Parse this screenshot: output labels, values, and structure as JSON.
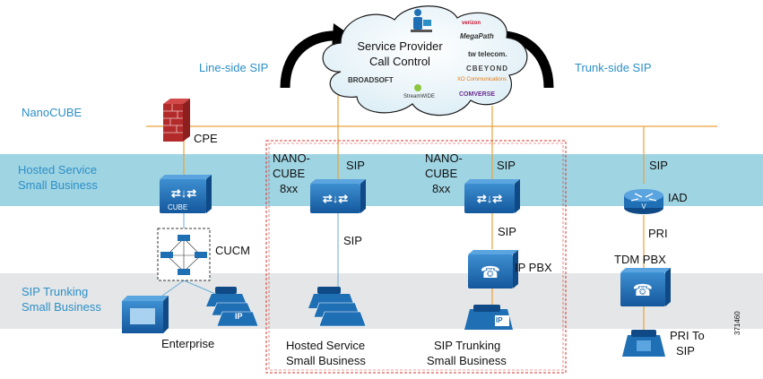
{
  "band_labels": {
    "nanocube": "NanoCUBE",
    "hosted": [
      "Hosted Service",
      "Small Business"
    ],
    "sip_trunking": [
      "SIP Trunking",
      "Small Business"
    ]
  },
  "arrows": {
    "left": "Line-side SIP",
    "right": "Trunk-side SIP"
  },
  "cloud": {
    "title_line1": "Service Provider",
    "title_line2": "Call Control",
    "vendors": [
      "verizon",
      "MegaPath",
      "tw telecom.",
      "CBEYOND",
      "XO Communications",
      "BROADSOFT",
      "StreamWIDE",
      "COMVERSE"
    ]
  },
  "devices": {
    "cpe": "CPE",
    "cube_box": "CUBE",
    "cucm": "CUCM",
    "enterprise": "Enterprise",
    "nanocube_1": [
      "NANO-",
      "CUBE",
      "8xx"
    ],
    "nanocube_2": [
      "NANO-",
      "CUBE",
      "8xx"
    ],
    "sip_1": "SIP",
    "sip_1b": "SIP",
    "sip_2": "SIP",
    "sip_2b": "SIP",
    "sip_3": "SIP",
    "iad": "IAD",
    "pri": "PRI",
    "tdm_pbx": "TDM PBX",
    "ip_pbx": "IP PBX",
    "ip_badge": "IP",
    "pri_to_sip": [
      "PRI To",
      "SIP"
    ]
  },
  "captions": {
    "hosted": [
      "Hosted  Service",
      "Small  Business"
    ],
    "trunking": [
      "SIP Trunking",
      "Small Business"
    ]
  },
  "figure_id": "371460",
  "colors": {
    "accent_blue": "#2d8fc7",
    "band_blue": "#9fd4e3",
    "band_gray": "#e4e6e7",
    "device_blue": "#1f6fb5",
    "line_orange": "#e9a23b",
    "dashed_red": "#d9342b",
    "firewall_red": "#b32a2a"
  }
}
